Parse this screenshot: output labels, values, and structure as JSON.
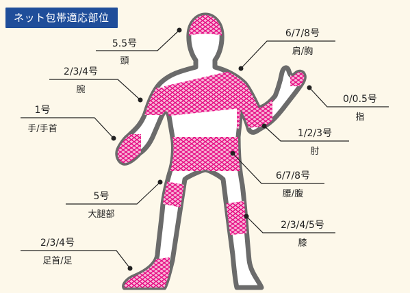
{
  "title": "ネット包帯適応部位",
  "colors": {
    "background": "#fdf8ea",
    "title_badge": "#1f4e9a",
    "body_fill": "#ffffff",
    "body_outline": "#6b6b6b",
    "bandage": "#e6007e",
    "leader_line": "#222222"
  },
  "labels": [
    {
      "id": "head",
      "size": "5.5号",
      "part": "頭"
    },
    {
      "id": "shoulder",
      "size": "6/7/8号",
      "part": "肩/胸"
    },
    {
      "id": "arm",
      "size": "2/3/4号",
      "part": "腕"
    },
    {
      "id": "finger",
      "size": "0/0.5号",
      "part": "指"
    },
    {
      "id": "hand",
      "size": "1号",
      "part": "手/手首"
    },
    {
      "id": "elbow",
      "size": "1/2/3号",
      "part": "肘"
    },
    {
      "id": "waist",
      "size": "6/7/8号",
      "part": "腰/腹"
    },
    {
      "id": "thigh",
      "size": "5号",
      "part": "大腿部"
    },
    {
      "id": "knee",
      "size": "2/3/4/5号",
      "part": "膝"
    },
    {
      "id": "foot",
      "size": "2/3/4号",
      "part": "足首/足"
    }
  ]
}
